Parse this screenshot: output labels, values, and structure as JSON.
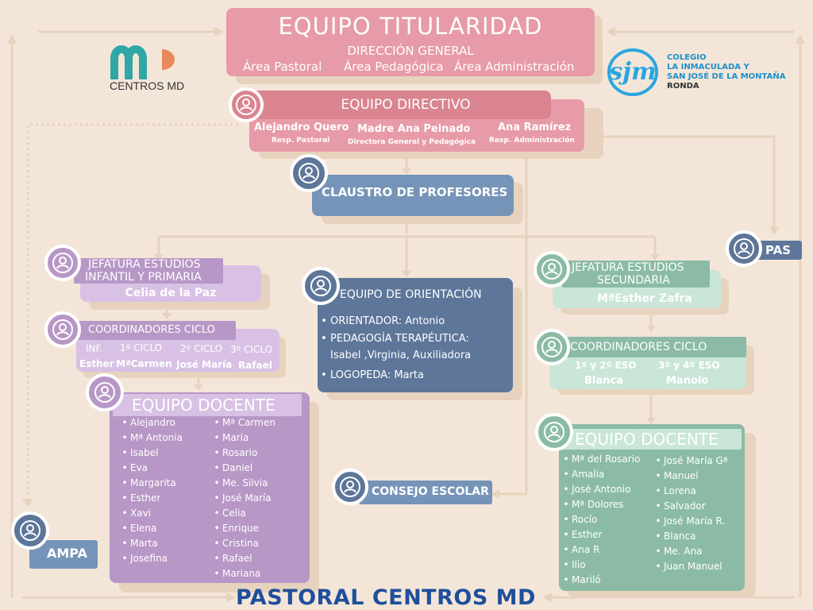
{
  "header": {
    "title": "EQUIPO TITULARIDAD",
    "subtitle": "DIRECCIÓN GENERAL",
    "areas": [
      "Área Pastoral",
      "Área Pedagógica",
      "Área Administración"
    ]
  },
  "logo_left": {
    "text": "CENTROS MD"
  },
  "logo_right": {
    "line1": "COLEGIO",
    "line2": "LA INMACULADA Y",
    "line3": "SAN JOSÉ DE LA MONTAÑA",
    "line4": "RONDA"
  },
  "directivo": {
    "title": "EQUIPO DIRECTIVO",
    "members": [
      {
        "name": "Alejandro Quero",
        "role": "Resp. Pastoral"
      },
      {
        "name": "Madre Ana Peinado",
        "role": "Directora General y Pedagógica"
      },
      {
        "name": "Ana Ramírez",
        "role": "Resp. Administración"
      }
    ]
  },
  "claustro": {
    "title": "CLAUSTRO DE PROFESORES"
  },
  "pas": {
    "title": "PAS"
  },
  "jefatura_primaria": {
    "line1": "JEFATURA ESTUDIOS",
    "line2": "INFANTIL Y PRIMARIA",
    "name": "Celia de la Paz"
  },
  "coord_primaria": {
    "title": "COORDINADORES CICLO",
    "cycles": [
      {
        "label": "INF.",
        "name": "Esther"
      },
      {
        "label": "1º CICLO",
        "name": "MªCarmen"
      },
      {
        "label": "2º CICLO",
        "name": "José María"
      },
      {
        "label": "3º CICLO",
        "name": "Rafael"
      }
    ]
  },
  "docente_primaria": {
    "title": "EQUIPO DOCENTE",
    "col1": [
      "Alejandro",
      "Mª Antonia",
      "Isabel",
      "Eva",
      "Margarita",
      "Esther",
      "Xavi",
      "Elena",
      "Marta",
      "Josefina"
    ],
    "col2": [
      "Mª Carmen",
      "María",
      "Rosario",
      "Daniel",
      "Me. Silvia",
      "José María",
      "Celia",
      "Enrique",
      "Cristina",
      "Rafael",
      "Mariana"
    ]
  },
  "orientacion": {
    "title": "EQUIPO DE ORIENTACIÓN",
    "items": [
      "ORIENTADOR: Antonio",
      "PEDAGOGÍA TERAPÉUTICA:",
      "Isabel ,Virginia, Auxiliadora",
      "LOGOPEDA: Marta"
    ]
  },
  "consejo": {
    "title": "CONSEJO ESCOLAR"
  },
  "ampa": {
    "title": "AMPA"
  },
  "jefatura_secundaria": {
    "line1": "JEFATURA ESTUDIOS",
    "line2": "SECUNDARIA",
    "name": "MªEsther Zafra"
  },
  "coord_secundaria": {
    "title": "COORDINADORES CICLO",
    "cycles": [
      {
        "label": "1º y 2º ESO",
        "name": "Blanca"
      },
      {
        "label": "3º y 4º ESO",
        "name": "Manolo"
      }
    ]
  },
  "docente_secundaria": {
    "title": "EQUIPO DOCENTE",
    "col1": [
      "Mª del Rosario",
      "Amalia",
      "José Antonio",
      "Mª Dolores",
      "Rocío",
      "Esther",
      "Ana R",
      "Ilio",
      "Mariló"
    ],
    "col2": [
      "José María Gª",
      "Manuel",
      "Lorena",
      "Salvador",
      "José María R.",
      "Blanca",
      "Me. Ana",
      "Juan Manuel"
    ]
  },
  "footer": {
    "title": "PASTORAL CENTROS MD"
  },
  "colors": {
    "pink": "#e79aa8",
    "blue": "#7594b7",
    "navy": "#5d7699",
    "purple": "#b797c6",
    "lilac": "#d8c1e4",
    "green": "#8bbba6",
    "mint": "#c9e6d8",
    "footer": "#1f4f9c",
    "background": "#f3e6d9"
  }
}
